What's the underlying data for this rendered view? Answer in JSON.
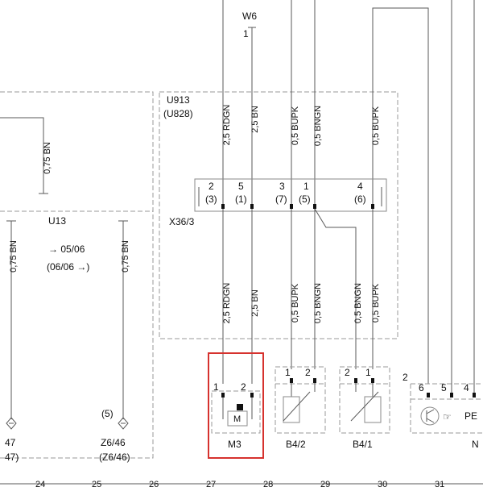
{
  "top_connector": {
    "name": "W6",
    "pin": "1"
  },
  "module_u913": {
    "name": "U913",
    "alt": "(U828)"
  },
  "module_u13": {
    "name": "U13",
    "note1": "→ 05/06",
    "note2": "(06/06  →)"
  },
  "connector_x36": {
    "name": "X36/3",
    "pins": [
      {
        "num": "2",
        "alt": "(3)"
      },
      {
        "num": "5",
        "alt": "(1)"
      },
      {
        "num": "3",
        "alt": "(7)"
      },
      {
        "num": "1",
        "alt": "(5)"
      },
      {
        "num": "4",
        "alt": "(6)"
      }
    ]
  },
  "wires_upper": [
    "2,5 RDGN",
    "2,5 BN",
    "0,5 BUPK",
    "0,5 BNGN",
    "0,5 BUPK"
  ],
  "wires_lower": [
    "2,5 RDGN",
    "2,5 BN",
    "0,5 BUPK",
    "0,5 BNGN",
    "0,5 BNGN",
    "0,5 BUPK"
  ],
  "left_wires": {
    "upper": "0,75 BN",
    "left": "0,75 BN",
    "right": "0,75 BN"
  },
  "components": {
    "m3": {
      "name": "M3",
      "pin_left": "1",
      "pin_right": "2",
      "symbol": "M"
    },
    "b4_2": {
      "name": "B4/2",
      "pin_left": "1",
      "pin_right": "2"
    },
    "b4_1": {
      "name": "B4/1",
      "pin_left": "2",
      "pin_right": "1"
    },
    "pe": {
      "name": "PE",
      "block_pin": "2",
      "pins": [
        "6",
        "5",
        "4"
      ],
      "side_letter": "N"
    }
  },
  "ground_points": {
    "left_code": "47",
    "left_alt": "47)",
    "z6": {
      "pin": "(5)",
      "name": "Z6/46",
      "alt": "(Z6/46)"
    }
  },
  "grid_numbers": [
    "24",
    "25",
    "26",
    "27",
    "28",
    "29",
    "30",
    "31"
  ],
  "highlight_color": "#d6322e"
}
